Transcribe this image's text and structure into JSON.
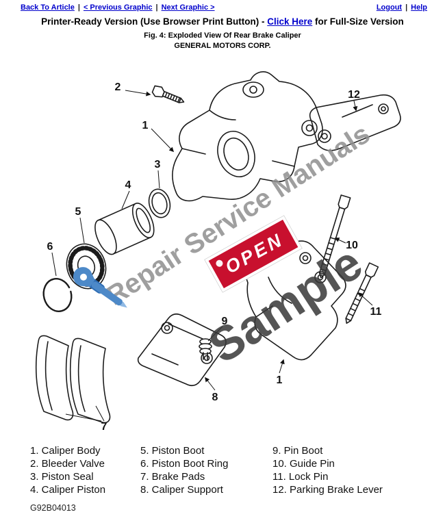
{
  "nav": {
    "back_to_article": "Back To Article",
    "previous_graphic": "< Previous Graphic",
    "next_graphic": "Next Graphic >",
    "logout": "Logout",
    "help": "Help",
    "separator": "|"
  },
  "header": {
    "title_prefix": "Printer-Ready Version (Use Browser Print Button) - ",
    "click_here_label": "Click Here",
    "title_suffix": " for Full-Size Version"
  },
  "figure": {
    "caption": "Fig. 4: Exploded View Of Rear Brake Caliper",
    "company": "GENERAL MOTORS CORP.",
    "doc_code": "G92B04013"
  },
  "watermark": {
    "brand": "Repair Service Manuals",
    "sample": "Sample",
    "open_sign": "OPEN"
  },
  "diagram": {
    "callouts": [
      "2",
      "1",
      "12",
      "3",
      "4",
      "5",
      "6",
      "10",
      "11",
      "9",
      "8",
      "1",
      "7"
    ]
  },
  "legend": {
    "columns": [
      [
        "1. Caliper Body",
        "2. Bleeder Valve",
        "3. Piston Seal",
        "4. Caliper Piston"
      ],
      [
        "5. Piston Boot",
        "6. Piston Boot Ring",
        "7. Brake Pads",
        "8. Caliper Support"
      ],
      [
        "9. Pin Boot",
        "10. Guide Pin",
        "11. Lock Pin",
        "12. Parking Brake Lever"
      ]
    ]
  },
  "colors": {
    "link": "#0000cc",
    "open_red": "#c8102e",
    "watermark_gray": "#8f8f8f",
    "sample_gray": "#383838",
    "tool_blue": "#3d7ec8"
  }
}
